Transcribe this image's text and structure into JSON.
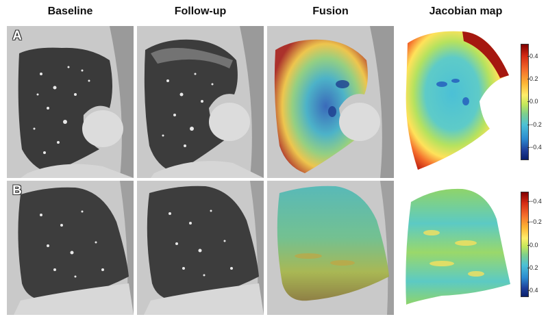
{
  "column_titles": {
    "baseline": "Baseline",
    "followup": "Follow-up",
    "fusion": "Fusion",
    "jacobian": "Jacobian map"
  },
  "rows": {
    "a": {
      "label": "A"
    },
    "b": {
      "label": "B"
    }
  },
  "colorbars": {
    "a": {
      "ticks": [
        "0.4",
        "0.2",
        "0.0",
        "−0.2",
        "−0.4"
      ]
    },
    "b": {
      "ticks": [
        "−0.4",
        "−0.2",
        "0.0",
        "0.2",
        "0.4"
      ]
    }
  },
  "colors": {
    "lung_dark": "#3a3a3a",
    "tissue_gray": "#bdbdbd",
    "colormap_high": "#7f0000",
    "colormap_mid": "#ffee6a",
    "colormap_low": "#0a1f6b"
  }
}
